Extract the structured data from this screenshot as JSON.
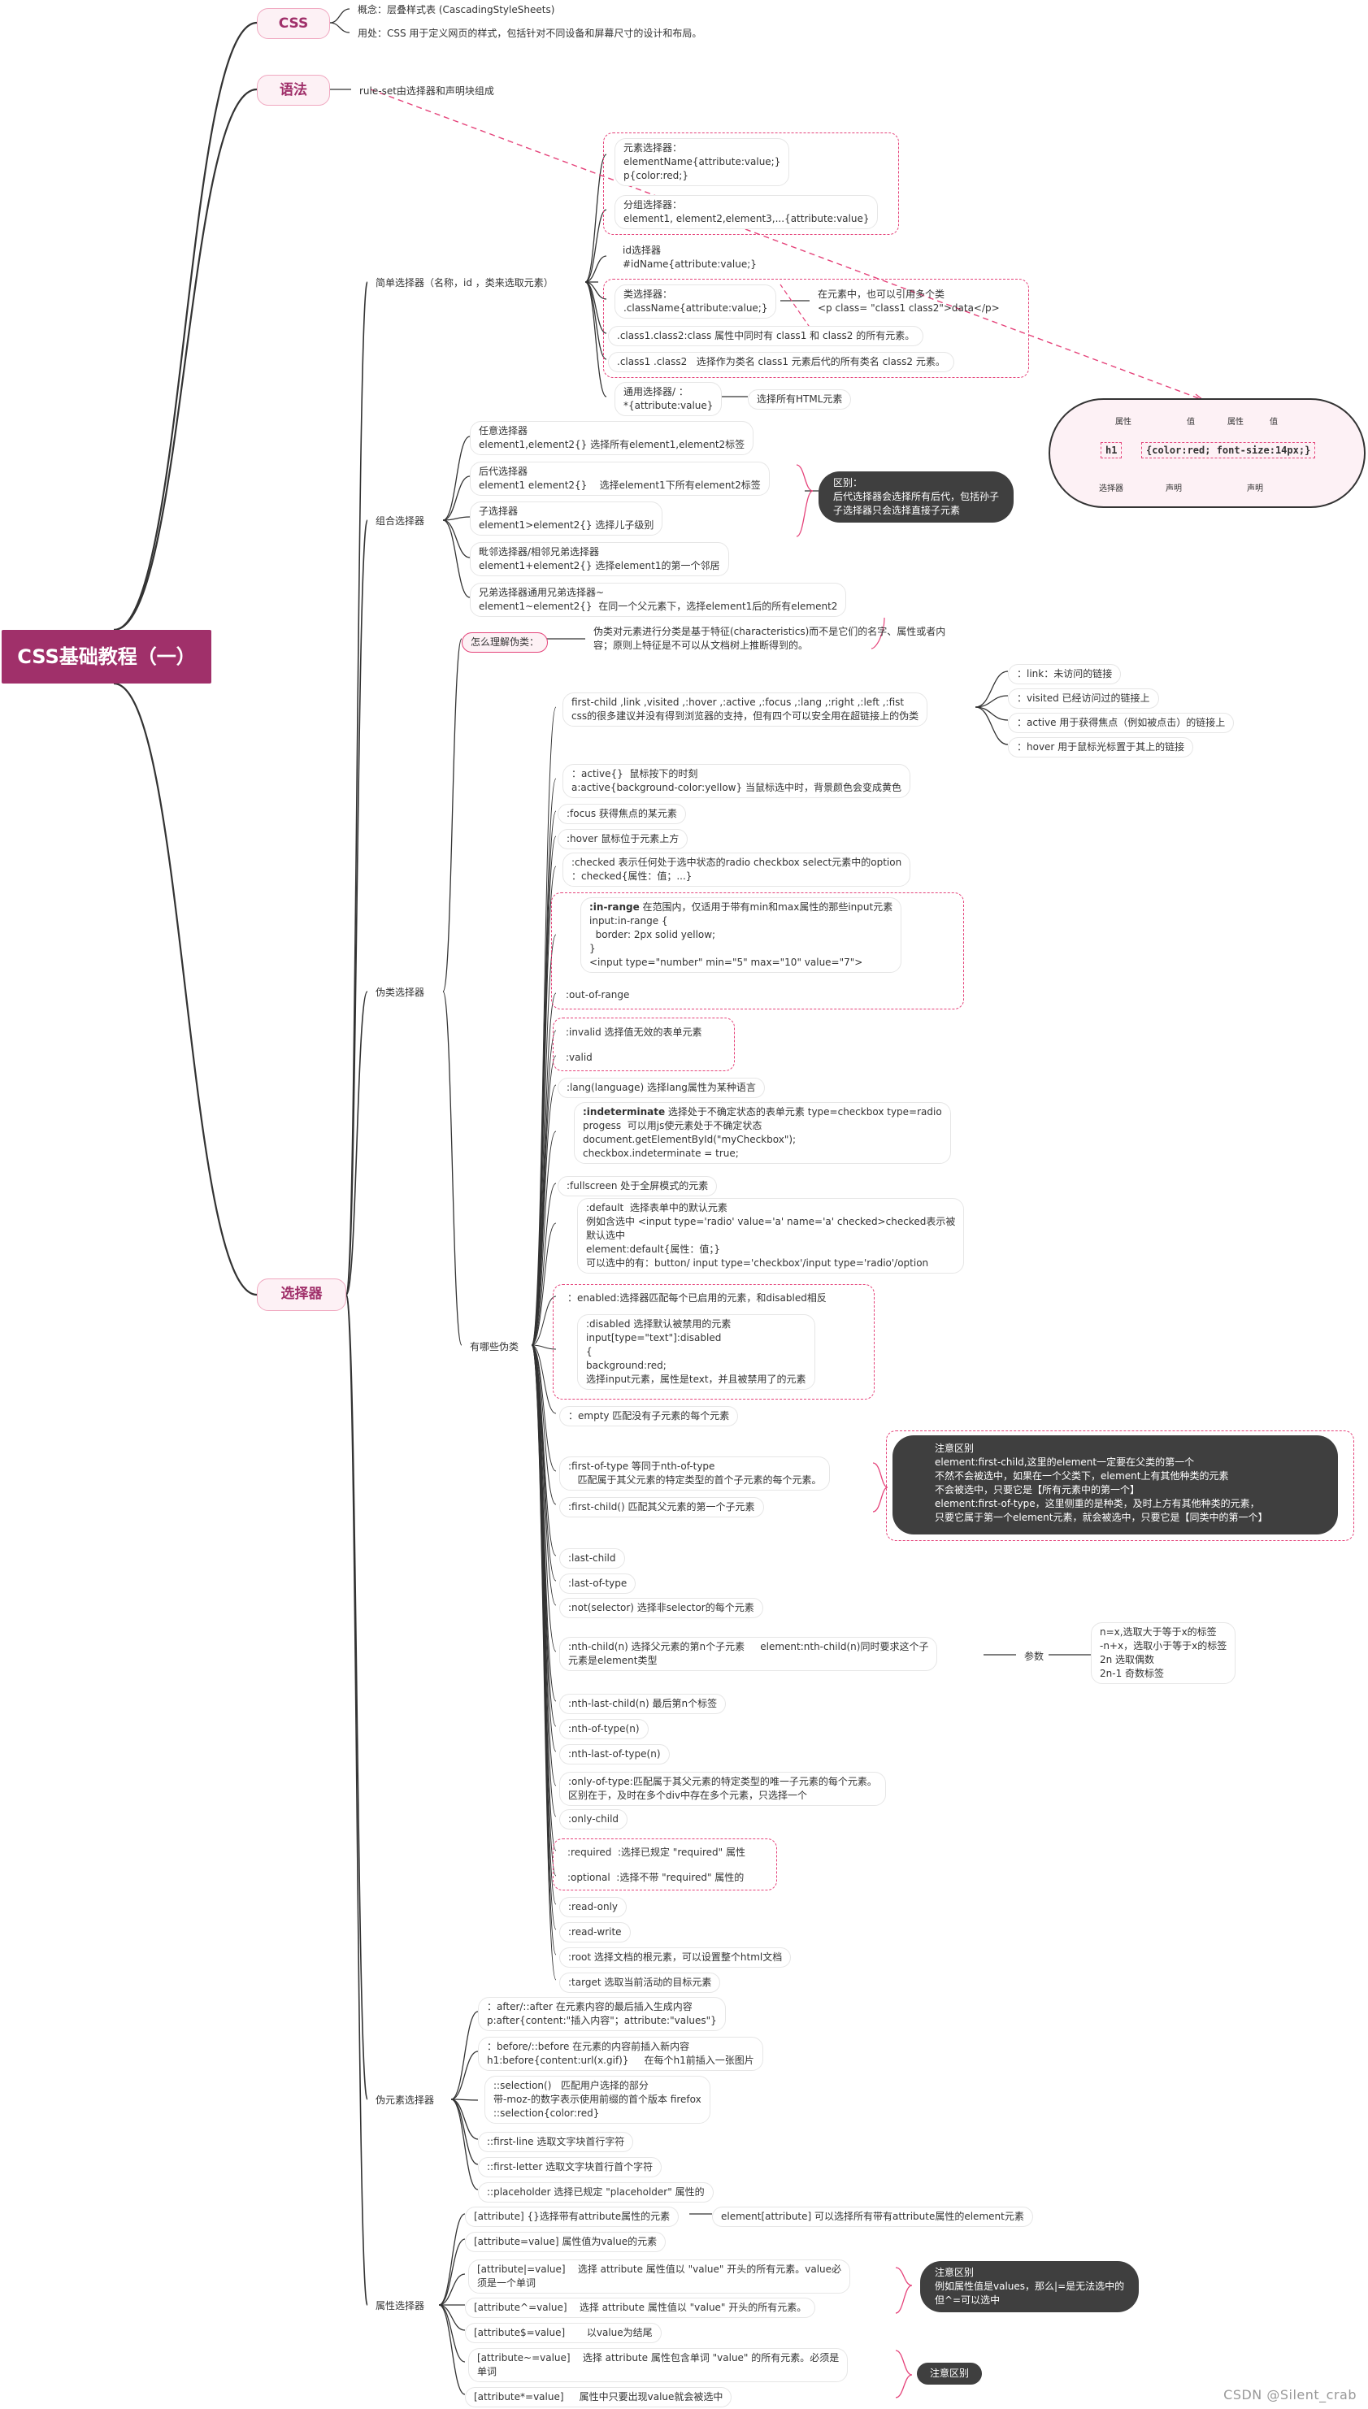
{
  "root": "CSS基础教程（一）",
  "branches": {
    "css": "CSS",
    "syntax": "语法",
    "selector": "选择器"
  },
  "css": {
    "concept": "概念：层叠样式表 (CascadingStyleSheets)",
    "usage": "用处：CSS 用于定义网页的样式，包括针对不同设备和屏幕尺寸的设计和布局。"
  },
  "syntax": {
    "ruleset": "rule-set由选择器和声明块组成"
  },
  "rule_diagram": {
    "attr1": "属性",
    "val1": "值",
    "attr2": "属性",
    "val2": "值",
    "selector": "h1",
    "declarations": "{color:red; font-size:14px;}",
    "lbl_selector": "选择器",
    "lbl_decl1": "声明",
    "lbl_decl2": "声明"
  },
  "simple": {
    "title": "简单选择器（名称，id ，类来选取元素）",
    "element": "元素选择器：\nelementName{attribute:value;}\np{color:red;}",
    "group": "分组选择器：\nelement1, element2,element3,...{attribute:value}",
    "id": "id选择器\n#idName{attribute:value;}",
    "class": "类选择器：\n.className{attribute:value;}",
    "class_note": "在元素中，也可以引用多个类\n<p class= \"class1 class2\">data</p>",
    "class12": ".class1.class2:class 属性中同时有 class1 和 class2 的所有元素。",
    "class1_2": ".class1 .class2   选择作为类名 class1 元素后代的所有类名 class2 元素。",
    "universal": "通用选择器/ ：\n*{attribute:value}",
    "universal_note": "选择所有HTML元素"
  },
  "combo": {
    "title": "组合选择器",
    "any": "任意选择器\nelement1,element2{} 选择所有element1,element2标签",
    "descendant": "后代选择器\nelement1 element2{}    选择element1下所有element2标签",
    "child": "子选择器\nelement1>element2{} 选择儿子级别",
    "adjacent": "毗邻选择器/相邻兄弟选择器\nelement1+element2{} 选择element1的第一个邻居",
    "sibling": "兄弟选择器通用兄弟选择器~\nelement1~element2{}  在同一个父元素下，选择element1后的所有element2",
    "diff": "区别：\n后代选择器会选择所有后代，包括孙子\n子选择器只会选择直接子元素"
  },
  "pseudo": {
    "title": "伪类选择器",
    "understand": "怎么理解伪类：",
    "understand_text": "伪类对元素进行分类是基于特征(characteristics)而不是它们的名字、属性或者内\n容；原则上特征是不可以从文档树上推断得到的。",
    "which": "有哪些伪类",
    "link_group": "first-child ,link ,visited ,:hover ,:active ,:focus ,:lang ,:right ,:left ,:fist\ncss的很多建议并没有得到浏览器的支持，但有四个可以安全用在超链接上的伪类",
    "link": "：link：未访问的链接",
    "visited": "：visited 已经访问过的链接上",
    "active_l": "：active 用于获得焦点（例如被点击）的链接上",
    "hover_l": "：hover 用于鼠标光标置于其上的链接",
    "active": "：active{}  鼠标按下的时刻\na:active{background-color:yellow} 当鼠标选中时，背景颜色会变成黄色",
    "focus": ":focus 获得焦点的某元素",
    "hover": ":hover 鼠标位于元素上方",
    "checked": ":checked 表示任何处于选中状态的radio checkbox select元素中的option\n：checked{属性：值；...}",
    "inrange_kw": ":in-range",
    "inrange_rest": " 在范围内，仅适用于带有min和max属性的那些input元素",
    "inrange_code": "input:in-range {\n  border: 2px solid yellow;\n}\n<input type=\"number\" min=\"5\" max=\"10\" value=\"7\">",
    "outrange": ":out-of-range",
    "invalid": ":invalid 选择值无效的表单元素",
    "valid": ":valid",
    "lang": ":lang(language) 选择lang属性为某种语言",
    "indet_kw": ":indeterminate",
    "indet_rest": " 选择处于不确定状态的表单元素 type=checkbox type=radio",
    "indet_code": "progess  可以用js使元素处于不确定状态\ndocument.getElementById(\"myCheckbox\");\ncheckbox.indeterminate = true;",
    "fullscreen": ":fullscreen 处于全屏模式的元素",
    "default": ":default  选择表单中的默认元素\n例如含选中 <input type='radio' value='a' name='a' checked>checked表示被\n默认选中\nelement:default{属性：值；}\n可以选中的有：button/ input type='checkbox'/input type='radio'/option",
    "enabled": "：enabled:选择器匹配每个已启用的元素，和disabled相反",
    "disabled": ":disabled 选择默认被禁用的元素\ninput[type=\"text\"]:disabled\n{\nbackground:red;\n选择input元素，属性是text，并且被禁用了的元素",
    "empty": "：empty 匹配没有子元素的每个元素",
    "firstoftype": ":first-of-type 等同于nth-of-type\n   匹配属于其父元素的特定类型的首个子元素的每个元素。",
    "firstchild": ":first-child() 匹配其父元素的第一个子元素",
    "first_note": "注意区别\nelement:first-child,这里的element一定要在父类的第一个\n不然不会被选中，如果在一个父类下，element上有其他种类的元素\n不会被选中，只要它是【所有元素中的第一个】\nelement:first-of-type，这里侧重的是种类，及时上方有其他种类的元素，\n只要它属于第一个element元素，就会被选中，只要它是【同类中的第一个】",
    "lastchild": ":last-child",
    "lastoftype": ":last-of-type",
    "not": ":not(selector) 选择非selector的每个元素",
    "nthchild": ":nth-child(n) 选择父元素的第n个子元素     element:nth-child(n)同时要求这个子\n元素是element类型",
    "param": "参数",
    "param_note": "n=x,选取大于等于x的标签\n-n+x，选取小于等于x的标签\n2n 选取偶数\n2n-1 奇数标签",
    "nthlastchild": ":nth-last-child(n) 最后第n个标签",
    "nthoftype": ":nth-of-type(n)",
    "nthlastoftype": ":nth-last-of-type(n)",
    "onlyoftype": ":only-of-type:匹配属于其父元素的特定类型的唯一子元素的每个元素。\n区别在于，及时在多个div中存在多个元素，只选择一个",
    "onlychild": ":only-child",
    "required": ":required  :选择已规定 \"required\" 属性",
    "optional": ":optional  :选择不带 \"required\" 属性的",
    "readonly": ":read-only",
    "readwrite": ":read-write",
    "root": ":root 选择文档的根元素，可以设置整个html文档",
    "target": ":target 选取当前活动的目标元素"
  },
  "pseudo_el": {
    "title": "伪元素选择器",
    "after": "：after/::after 在元素内容的最后插入生成内容\np:after{content:\"插入内容\"；attribute:\"values\"}",
    "before": "：before/::before 在元素的内容前插入新内容\nh1:before{content:url(x.gif)}     在每个h1前插入一张图片",
    "selection": "::selection()   匹配用户选择的部分\n带-moz-的数字表示使用前缀的首个版本 firefox\n::selection{color:red}",
    "firstline": "::first-line 选取文字块首行字符",
    "firstletter": "::first-letter 选取文字块首行首个字符",
    "placeholder": "::placeholder 选择已规定 \"placeholder\" 属性的"
  },
  "attr": {
    "title": "属性选择器",
    "a1": "[attribute] {}选择带有attribute属性的元素",
    "a1_note": "element[attribute] 可以选择所有带有attribute属性的element元素",
    "a2": "[attribute=value] 属性值为value的元素",
    "a3": "[attribute|=value]    选择 attribute 属性值以 \"value\" 开头的所有元素。value必\n须是一个单词",
    "a4": "[attribute^=value]    选择 attribute 属性值以 \"value\" 开头的所有元素。",
    "note1": "注意区别\n例如属性值是values，那么|=是无法选中的\n但^=可以选中",
    "a5": "[attribute$=value]       以value为结尾",
    "a6": "[attribute~=value]    选择 attribute 属性包含单词 \"value\" 的所有元素。必须是\n单词",
    "a7": "[attribute*=value]     属性中只要出现value就会被选中",
    "note2": "注意区别"
  },
  "watermark": "CSDN @Silent_crab"
}
